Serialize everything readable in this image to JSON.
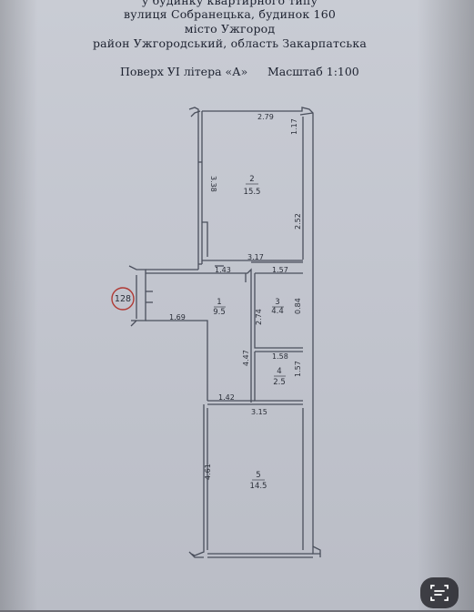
{
  "header": {
    "line1": "у будинку квартирного типу",
    "line2": "вулиця Собранецька, будинок 160",
    "line3": "місто Ужгород",
    "line4": "район Ужгородський, область Закарпатська"
  },
  "floor": {
    "label": "Поверх УІ літера «А»",
    "scale": "Масштаб 1:100"
  },
  "plan": {
    "dimensions": {
      "top_width": "2.79",
      "top_right_short": "1.17",
      "left_upper": "3.38",
      "right_upper": "2.52",
      "mid_width": "3.17",
      "hall_top": "1.43",
      "room3_top": "1.57",
      "left_lower": "1.69",
      "room3_left": "2.74",
      "room3_right": "0.84",
      "room4_top": "1.58",
      "hall_side": "4.47",
      "room4_right": "1.57",
      "hall_bottom": "1.42",
      "room5_top": "3.15",
      "room5_left": "4.61"
    },
    "rooms": [
      {
        "number": "2",
        "area": "15.5"
      },
      {
        "number": "1",
        "area": "9.5"
      },
      {
        "number": "3",
        "area": "4.4"
      },
      {
        "number": "4",
        "area": "2.5"
      },
      {
        "number": "5",
        "area": "14.5"
      }
    ],
    "apartment_number": "128"
  },
  "colors": {
    "wall": "#4a4f5c",
    "stamp_circle": "#b03a35"
  },
  "icons": {
    "scan": "scan-text-icon"
  }
}
